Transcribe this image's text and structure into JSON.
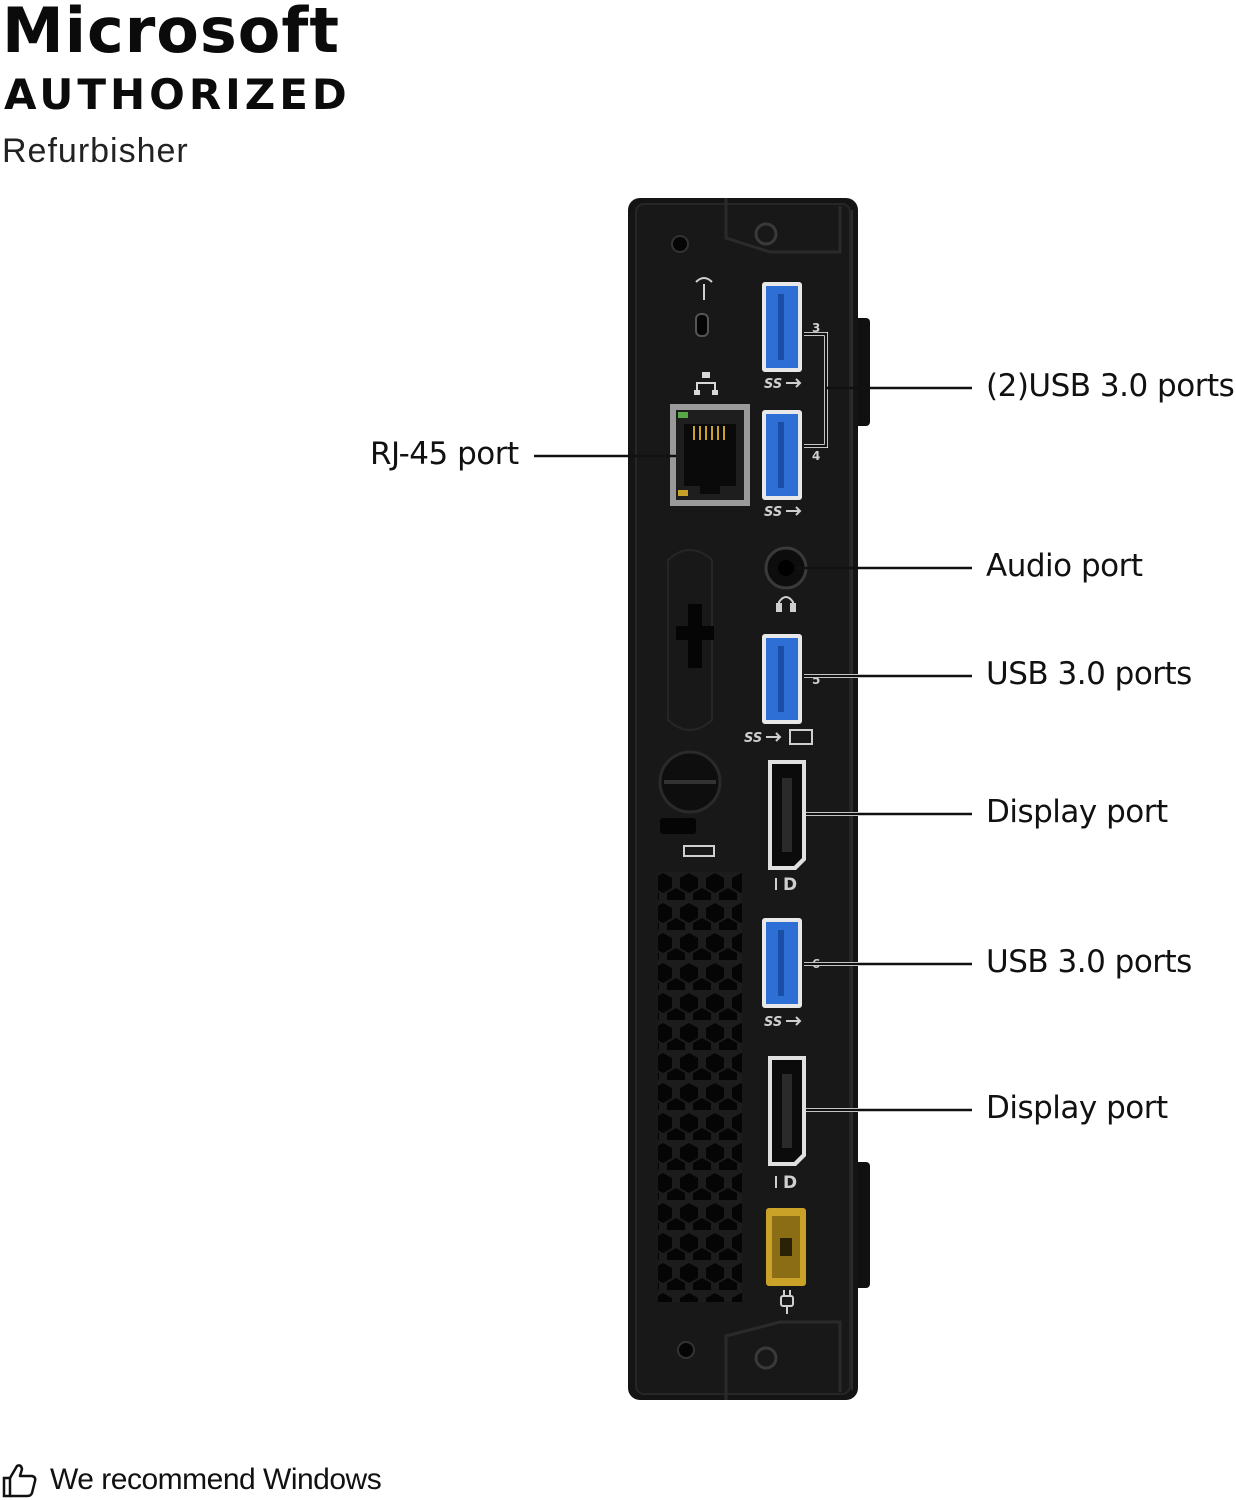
{
  "brand": {
    "title": "Microsoft",
    "subtitle": "AUTHORIZED",
    "tagline": "Refurbisher"
  },
  "device_labels": {
    "usb_port_3": "3",
    "usb_port_4": "4",
    "usb_port_5": "5",
    "usb_port_6": "6",
    "usb_marking": "SS",
    "displayport_marking": "D"
  },
  "callouts": {
    "usb_pair": "(2)USB 3.0 ports",
    "rj45": "RJ-45 port",
    "audio": "Audio port",
    "usb_single_1": "USB 3.0 ports",
    "display_1": "Display port",
    "usb_single_2": "USB 3.0 ports",
    "display_2": "Display port"
  },
  "footer": {
    "text": "We recommend Windows",
    "icon": "thumbs-up-icon"
  },
  "colors": {
    "chassis": "#141414",
    "usb_blue": "#2e6fd6",
    "power_port": "#c9a227",
    "rj45_frame": "#9a9a9a",
    "callout_line": "#111111"
  }
}
